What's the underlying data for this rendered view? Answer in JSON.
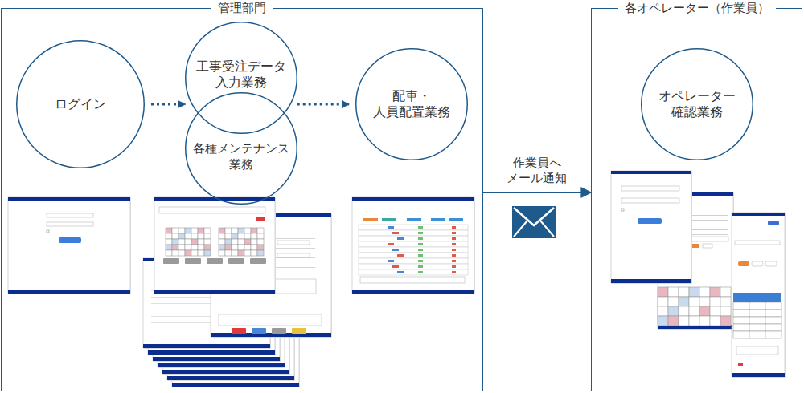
{
  "diagram": {
    "nodes": [
      {
        "text": [
          "管理部門"
        ]
      },
      {
        "text": [
          "ログイン"
        ],
        "in": 0
      },
      {
        "text": [
          "工事受注データ 入力業務"
        ],
        "in": 0
      },
      {
        "text": [
          "各種メンテナンス 業務"
        ],
        "in": 0
      },
      {
        "text": [
          "配車・ 人員配置業務"
        ],
        "in": 0
      },
      {
        "text": [
          "各オペレーター（作業員）"
        ]
      },
      {
        "text": [
          "オペレーター 確認業務"
        ],
        "in": 5
      }
    ],
    "edges": [
      {
        "from": 1,
        "to": 2,
        "arrow": "to"
      },
      {
        "from": 2,
        "to": 4,
        "arrow": "to"
      },
      {
        "from": 0,
        "to": 5,
        "label": "作業員へ メール通知",
        "arrow": "to"
      }
    ]
  }
}
